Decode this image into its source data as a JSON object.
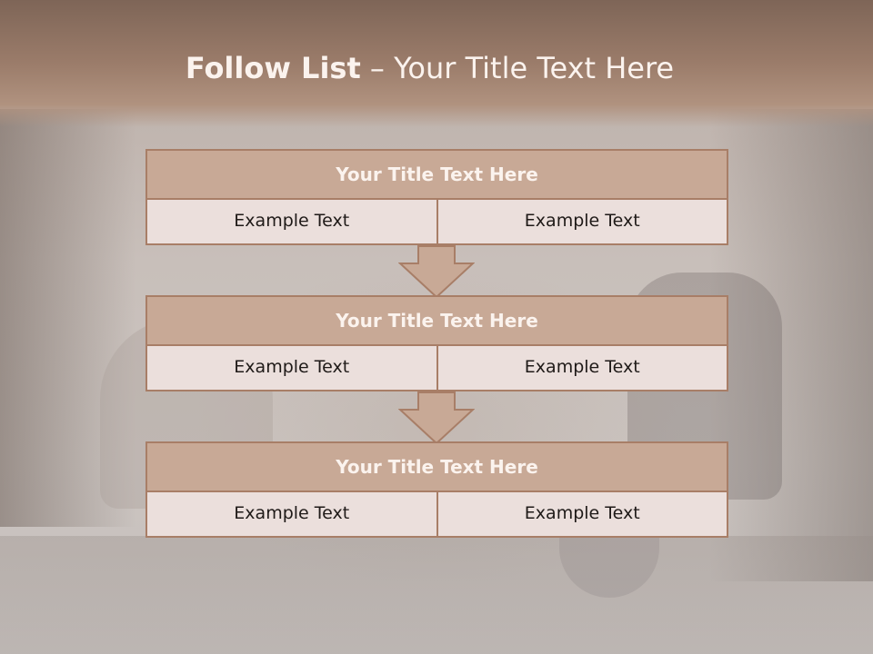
{
  "slide": {
    "title_bold": "Follow List",
    "title_rest": " – Your Title Text Here"
  },
  "groups": [
    {
      "title": "Your Title Text Here",
      "left": "Example Text",
      "right": "Example Text"
    },
    {
      "title": "Your Title Text Here",
      "left": "Example Text",
      "right": "Example Text"
    },
    {
      "title": "Your Title Text Here",
      "left": "Example Text",
      "right": "Example Text"
    }
  ],
  "colors": {
    "header_fill": "#c8a996",
    "border": "#a87e67",
    "cell_fill": "#ebdfdc",
    "title_band": "#9b7c6a"
  }
}
